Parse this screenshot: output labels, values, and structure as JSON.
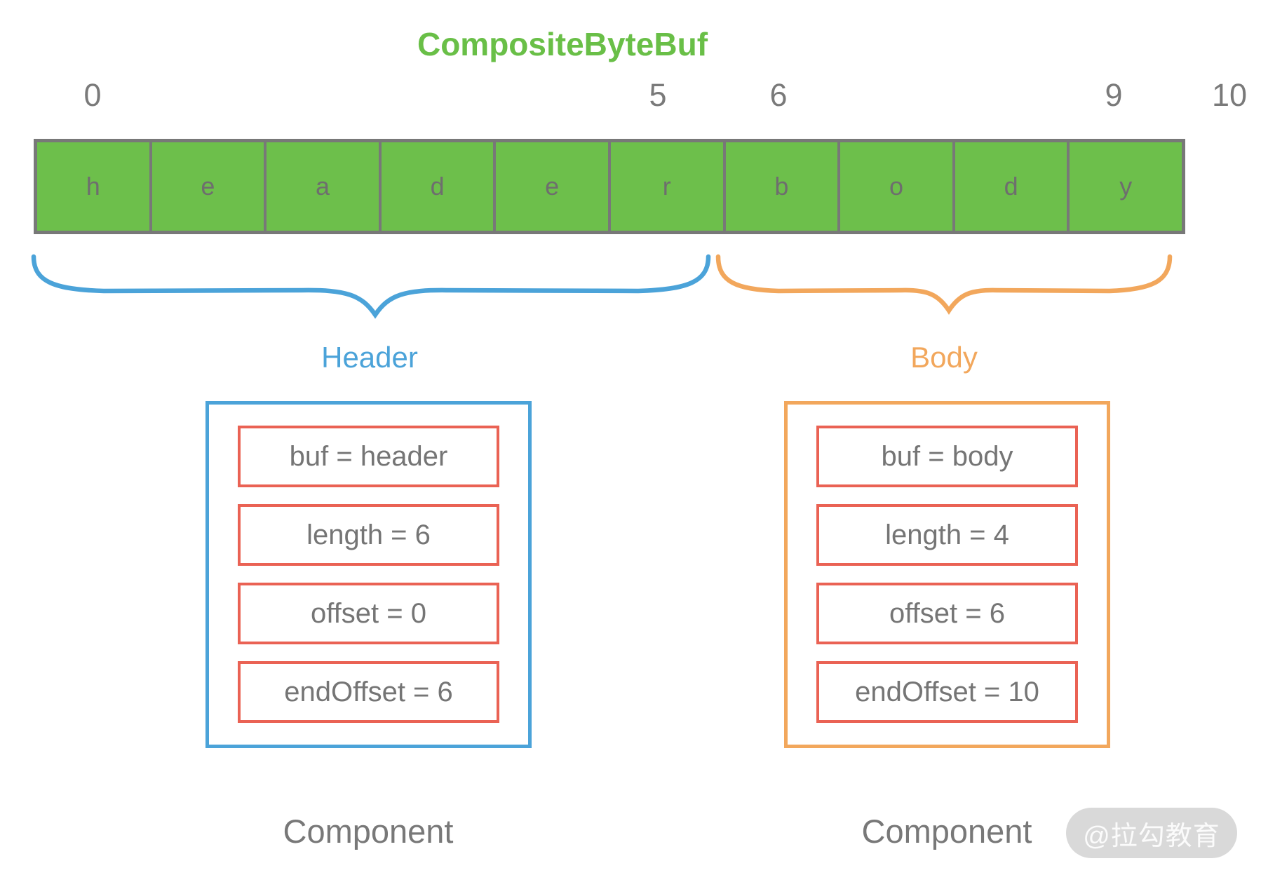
{
  "title": "CompositeByteBuf",
  "ruler": [
    "0",
    "5",
    "6",
    "9",
    "10"
  ],
  "buffer_cells": [
    "h",
    "e",
    "a",
    "d",
    "e",
    "r",
    "b",
    "o",
    "d",
    "y"
  ],
  "header_group": {
    "label": "Header",
    "caption": "Component",
    "fields": [
      "buf = header",
      "length = 6",
      "offset = 0",
      "endOffset = 6"
    ]
  },
  "body_group": {
    "label": "Body",
    "caption": "Component",
    "fields": [
      "buf = body",
      "length = 4",
      "offset = 6",
      "endOffset = 10"
    ]
  },
  "watermark": "@拉勾教育",
  "colors": {
    "green": "#6dbf4b",
    "title_green": "#69bf47",
    "blue": "#4ba3d9",
    "orange": "#f2a75c",
    "salmon": "#ea6254",
    "gray": "#787878"
  }
}
